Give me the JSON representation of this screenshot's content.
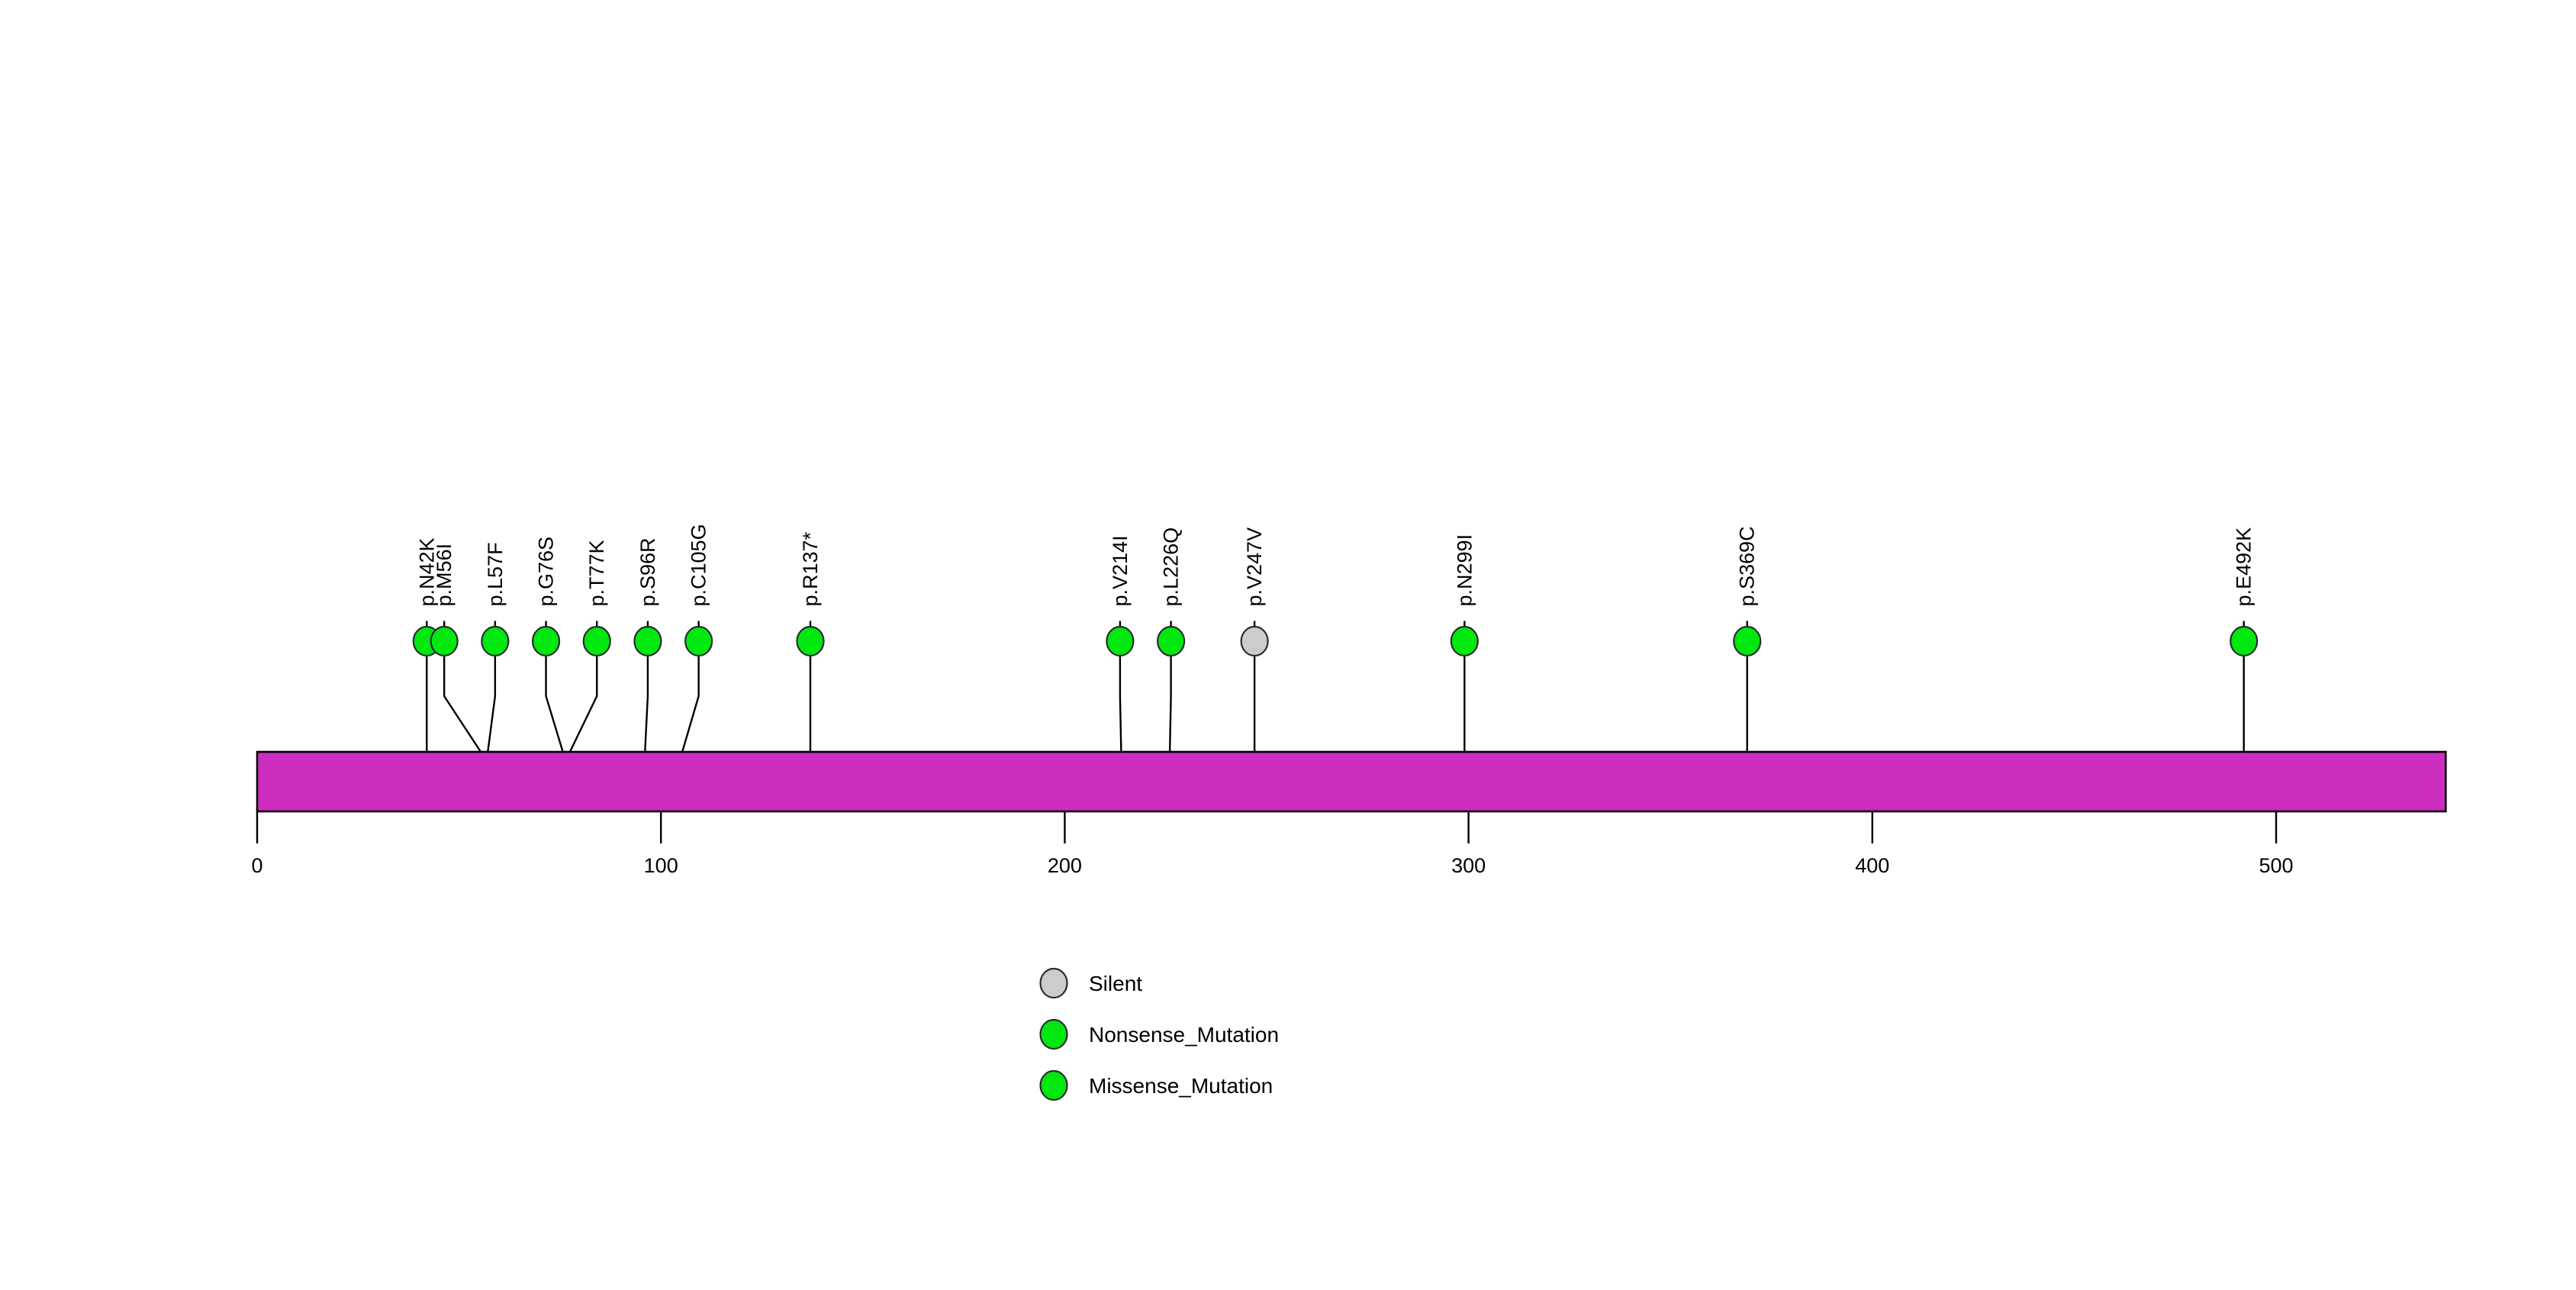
{
  "chart_data": {
    "type": "scatter",
    "plot_kind": "lollipop-protein-mutation-diagram",
    "title": "",
    "subtitle": "",
    "xlabel": "",
    "ylabel": "",
    "xlim": [
      0,
      542
    ],
    "grid": false,
    "protein_length": 542,
    "protein_bar_color": "#cc2dbf",
    "axis": {
      "ticks": [
        0,
        100,
        200,
        300,
        400,
        500
      ],
      "tick_labels": [
        "0",
        "100",
        "200",
        "300",
        "400",
        "500"
      ]
    },
    "categories": [
      "p.N42K",
      "p.M56I",
      "p.L57F",
      "p.G76S",
      "p.T77K",
      "p.S96R",
      "p.C105G",
      "p.R137*",
      "p.V214I",
      "p.L226Q",
      "p.V247V",
      "p.N299I",
      "p.S369C",
      "p.E492K"
    ],
    "values": [
      42,
      56,
      57,
      76,
      77,
      96,
      105,
      137,
      214,
      226,
      247,
      299,
      369,
      492
    ],
    "mutations": [
      {
        "label": "p.N42K",
        "position": 42,
        "count": 1,
        "type": "Missense_Mutation",
        "color": "#00e810"
      },
      {
        "label": "p.M56I",
        "position": 56,
        "count": 1,
        "type": "Missense_Mutation",
        "color": "#00e810"
      },
      {
        "label": "p.L57F",
        "position": 57,
        "count": 1,
        "type": "Missense_Mutation",
        "color": "#00e810"
      },
      {
        "label": "p.G76S",
        "position": 76,
        "count": 1,
        "type": "Missense_Mutation",
        "color": "#00e810"
      },
      {
        "label": "p.T77K",
        "position": 77,
        "count": 1,
        "type": "Missense_Mutation",
        "color": "#00e810"
      },
      {
        "label": "p.S96R",
        "position": 96,
        "count": 1,
        "type": "Missense_Mutation",
        "color": "#00e810"
      },
      {
        "label": "p.C105G",
        "position": 105,
        "count": 1,
        "type": "Missense_Mutation",
        "color": "#00e810"
      },
      {
        "label": "p.R137*",
        "position": 137,
        "count": 1,
        "type": "Nonsense_Mutation",
        "color": "#00e810"
      },
      {
        "label": "p.V214I",
        "position": 214,
        "count": 1,
        "type": "Missense_Mutation",
        "color": "#00e810"
      },
      {
        "label": "p.L226Q",
        "position": 226,
        "count": 1,
        "type": "Missense_Mutation",
        "color": "#00e810"
      },
      {
        "label": "p.V247V",
        "position": 247,
        "count": 1,
        "type": "Silent",
        "color": "#cccccc"
      },
      {
        "label": "p.N299I",
        "position": 299,
        "count": 1,
        "type": "Missense_Mutation",
        "color": "#00e810"
      },
      {
        "label": "p.S369C",
        "position": 369,
        "count": 1,
        "type": "Missense_Mutation",
        "color": "#00e810"
      },
      {
        "label": "p.E492K",
        "position": 492,
        "count": 1,
        "type": "Missense_Mutation",
        "color": "#00e810"
      }
    ],
    "legend": {
      "position": "bottom-center",
      "entries": [
        {
          "label": "Silent",
          "color": "#cccccc"
        },
        {
          "label": "Nonsense_Mutation",
          "color": "#00e810"
        },
        {
          "label": "Missense_Mutation",
          "color": "#00e810"
        }
      ]
    }
  }
}
